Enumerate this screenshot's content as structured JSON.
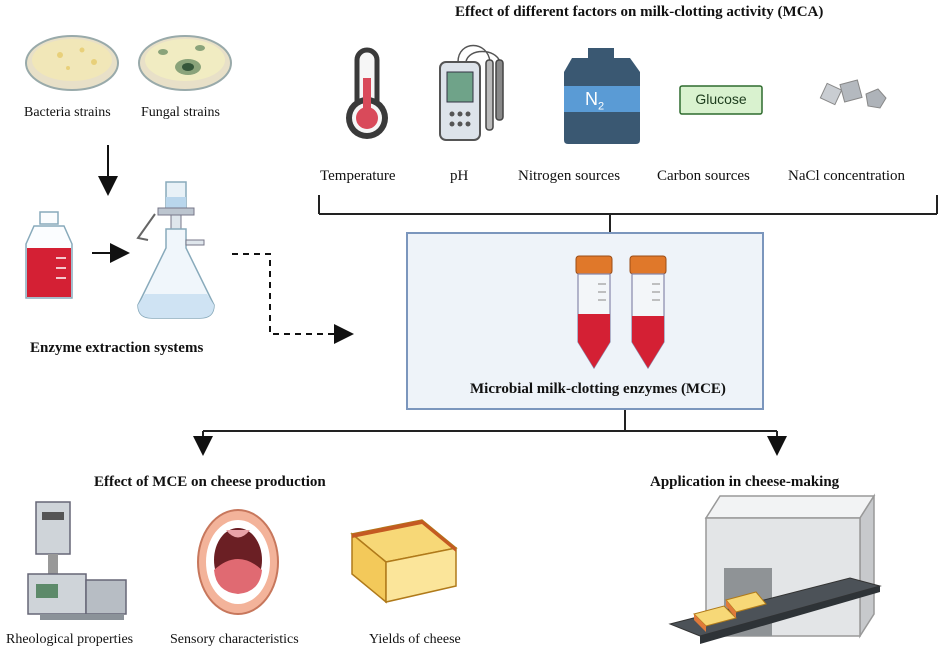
{
  "factors_title": "Effect of different factors on milk-clotting activity (MCA)",
  "factors": [
    {
      "label": "Temperature",
      "icon": "thermometer-icon"
    },
    {
      "label": "pH",
      "icon": "ph-meter-icon"
    },
    {
      "label": "Nitrogen sources",
      "icon": "nitrogen-tank-icon",
      "icon_text_main": "N",
      "icon_text_sub": "2"
    },
    {
      "label": "Carbon sources",
      "icon": "glucose-box-icon",
      "icon_text": "Glucose"
    },
    {
      "label": "NaCl concentration",
      "icon": "salt-crystals-icon"
    }
  ],
  "strains": [
    {
      "label": "Bacteria strains",
      "icon": "bacteria-petri-dish-icon"
    },
    {
      "label": "Fungal strains",
      "icon": "fungal-petri-dish-icon"
    }
  ],
  "extraction_label": "Enzyme extraction systems",
  "center_label": "Microbial milk-clotting enzymes (MCE)",
  "cheese_effect_title": "Effect of MCE on cheese production",
  "cheese_effects": [
    {
      "label": "Rheological properties",
      "icon": "rheometer-icon"
    },
    {
      "label": "Sensory characteristics",
      "icon": "mouth-icon"
    },
    {
      "label": "Yields of cheese",
      "icon": "cheese-wedge-icon"
    }
  ],
  "application_title": "Application in cheese-making",
  "application_icon": "cheese-conveyor-machine-icon",
  "colors": {
    "box_fill": "#eef3f9",
    "box_border": "#7b96bd",
    "blood_red": "#d42034",
    "tube_cap": "#e0782a"
  }
}
